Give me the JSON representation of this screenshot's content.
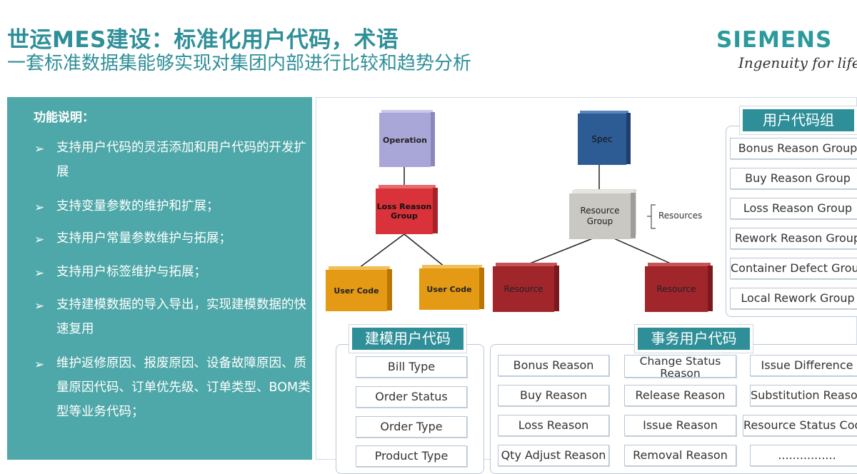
{
  "header": {
    "title": "世运MES建设：标准化用户代码，术语",
    "subtitle": "一套标准数据集能够实现对集团内部进行比较和趋势分析"
  },
  "brand": {
    "name": "SIEMENS",
    "tagline": "Ingenuity for life"
  },
  "features": {
    "heading": "功能说明：",
    "bullet_symbol": "➢",
    "items": [
      "支持用户代码的灵活添加和用户代码的开发扩展",
      "支持变量参数的维护和扩展；",
      "支持用户常量参数维护与拓展；",
      "支持用户标签维护与拓展；",
      "支持建模数据的导入导出，实现建模数据的快速复用",
      "维护返修原因、报废原因、设备故障原因、质量原因代码、订单优先级、订单类型、BOM类型等业务代码；"
    ]
  },
  "diagram": {
    "nodes": {
      "operation": "Operation",
      "loss_reason_group": "Loss Reason Group",
      "user_code_1": "User Code",
      "user_code_2": "User Code",
      "spec": "Spec",
      "resource_group": "Resource Group",
      "resources_label": "Resources",
      "resource_1": "Resource",
      "resource_2": "Resource"
    },
    "user_code_groups": {
      "title": "用户代码组",
      "items": [
        "Bonus Reason Group",
        "Buy Reason Group",
        "Loss Reason Group",
        "Rework Reason Group",
        "Container Defect Group",
        "Local Rework Group"
      ]
    },
    "modeling_codes": {
      "title": "建模用户代码",
      "items": [
        "Bill Type",
        "Order Status",
        "Order Type",
        "Product Type"
      ]
    },
    "transaction_codes": {
      "title": "事务用户代码",
      "col1": [
        "Bonus Reason",
        "Buy Reason",
        "Loss Reason",
        "Qty Adjust Reason"
      ],
      "col2": [
        "Change Status Reason",
        "Release Reason",
        "Issue Reason",
        "Removal Reason"
      ],
      "col3": [
        "Issue Difference",
        "Substitution Reason",
        "Resource Status Code",
        "................"
      ]
    }
  },
  "colors": {
    "accent": "#2f8f99",
    "panel": "#4ea7a8",
    "operation": "#a9a6d8",
    "loss_reason_group": "#d9323a",
    "user_code": "#e49a14",
    "spec": "#2d5b94",
    "resource_group": "#c9c8c2",
    "resource": "#a0262c"
  }
}
